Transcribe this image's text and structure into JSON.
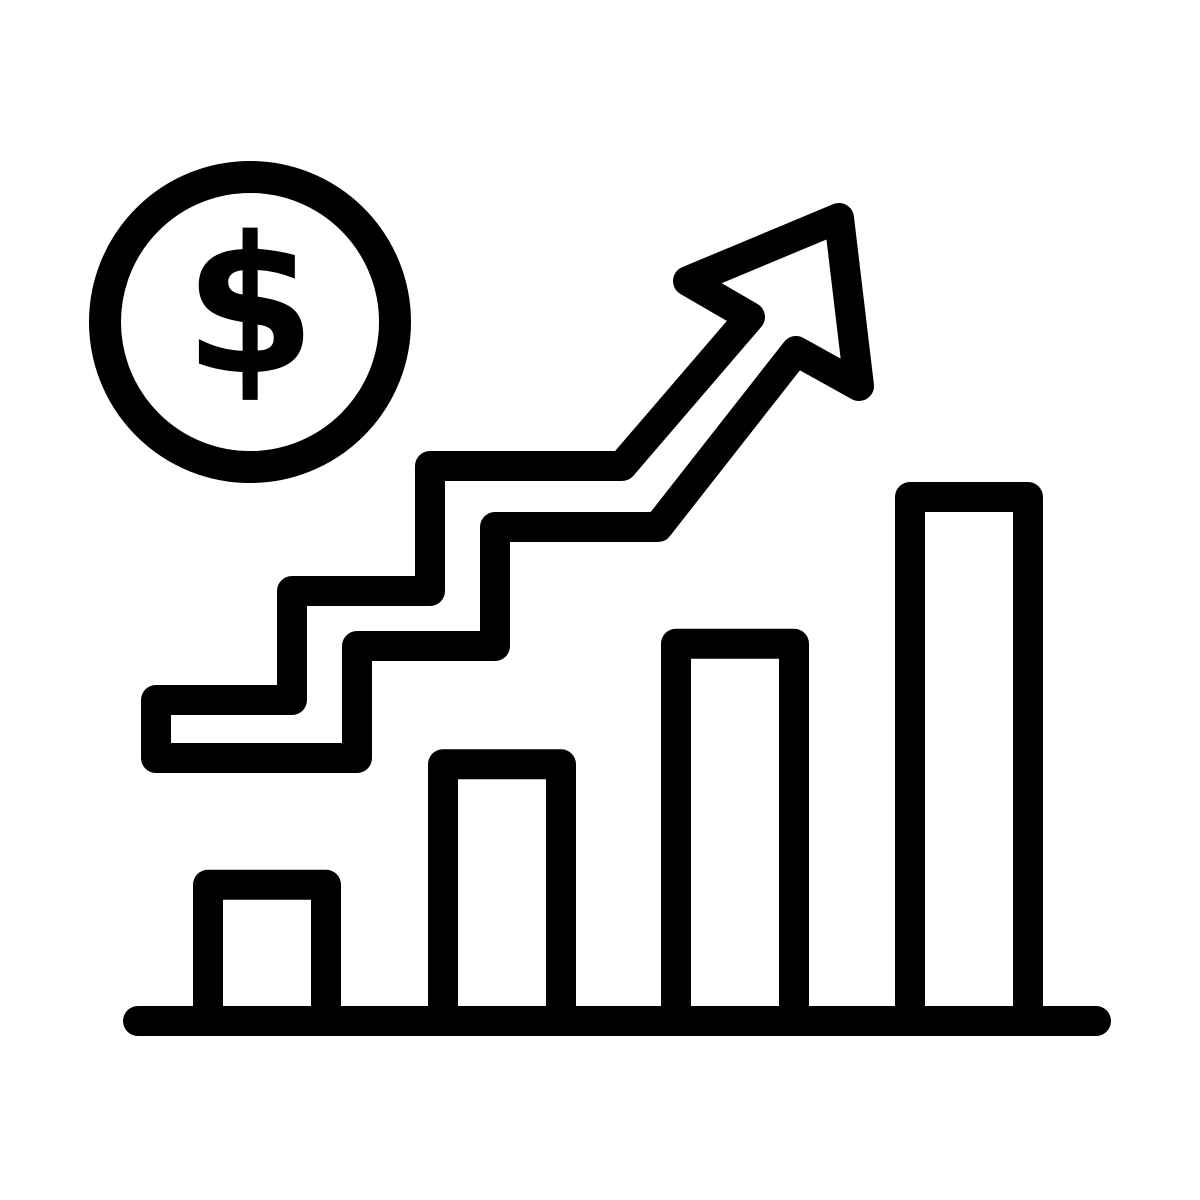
{
  "icon": {
    "name": "financial-growth-icon",
    "symbol": "$",
    "stroke_color": "#000000",
    "background_color": "#ffffff"
  },
  "bars": {
    "levels": [
      0.26,
      0.49,
      0.72,
      1.0
    ]
  }
}
